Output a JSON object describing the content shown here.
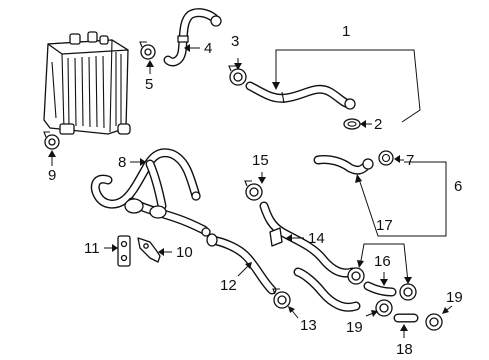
{
  "callouts": {
    "c1": "1",
    "c2": "2",
    "c3": "3",
    "c4": "4",
    "c5": "5",
    "c6": "6",
    "c7": "7",
    "c8": "8",
    "c9": "9",
    "c10": "10",
    "c11": "11",
    "c12": "12",
    "c13": "13",
    "c14": "14",
    "c15": "15",
    "c16": "16",
    "c17": "17",
    "c18": "18",
    "c19a": "19",
    "c19b": "19"
  }
}
